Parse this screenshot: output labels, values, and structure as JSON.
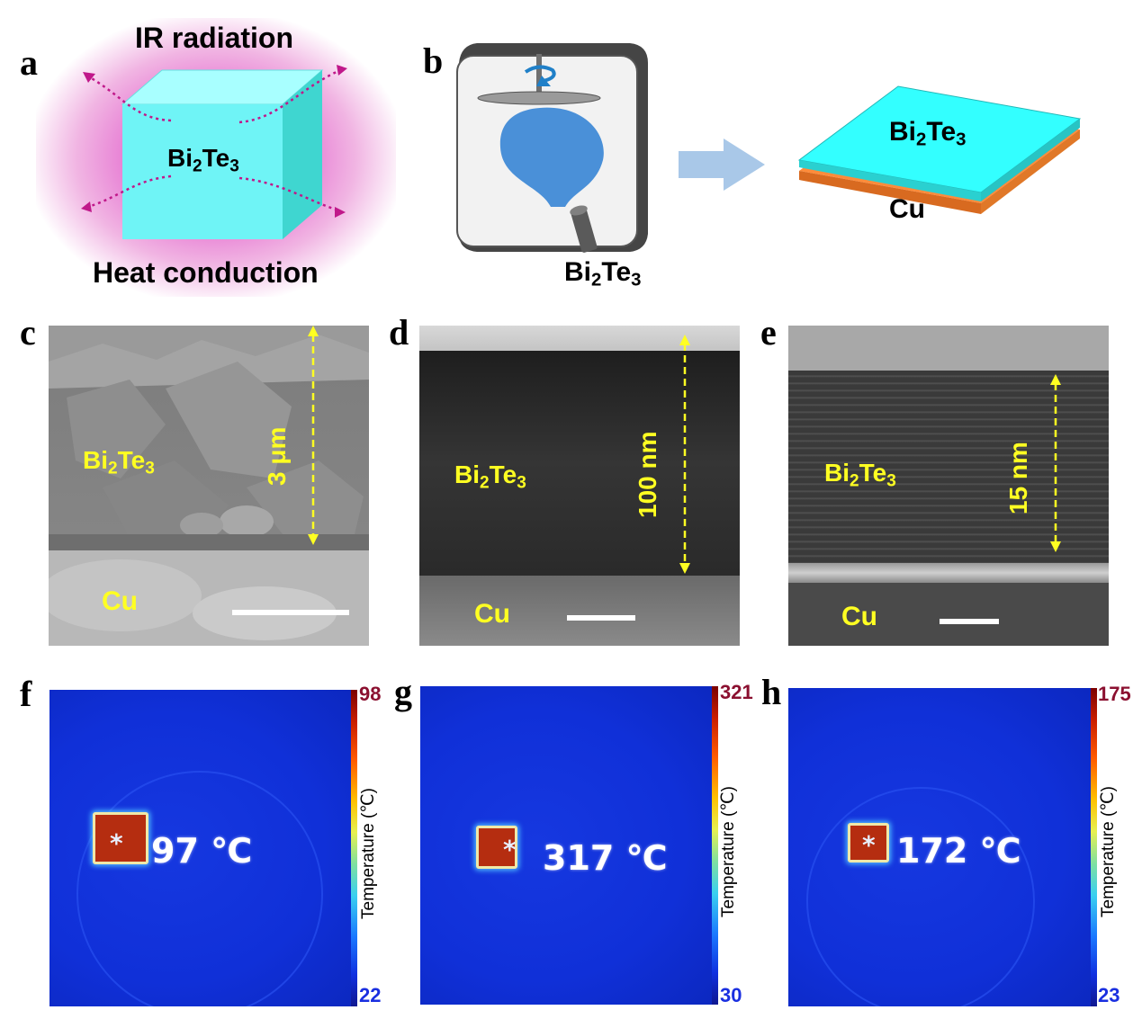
{
  "panels": {
    "a": {
      "letter": "a",
      "top_text": "IR radiation",
      "bottom_text": "Heat conduction",
      "material_base": "Bi",
      "material_sub1": "2",
      "material_mid": "Te",
      "material_sub2": "3"
    },
    "b": {
      "letter": "b",
      "source_base": "Bi",
      "source_sub1": "2",
      "source_mid": "Te",
      "source_sub2": "3",
      "film_base": "Bi",
      "film_sub1": "2",
      "film_mid": "Te",
      "film_sub2": "3",
      "substrate": "Cu"
    },
    "c": {
      "letter": "c",
      "thickness": "3 μm",
      "film": "Bi",
      "film_sub1": "2",
      "film_mid": "Te",
      "film_sub2": "3",
      "substrate": "Cu"
    },
    "d": {
      "letter": "d",
      "thickness": "100 nm",
      "film": "Bi",
      "film_sub1": "2",
      "film_mid": "Te",
      "film_sub2": "3",
      "substrate": "Cu"
    },
    "e": {
      "letter": "e",
      "thickness": "15 nm",
      "film": "Bi",
      "film_sub1": "2",
      "film_mid": "Te",
      "film_sub2": "3",
      "substrate": "Cu"
    },
    "f": {
      "letter": "f",
      "temp": "97 ℃",
      "marker": "*",
      "cbar_max": "98",
      "cbar_min": "22",
      "cbar_label": "Temperature (℃)"
    },
    "g": {
      "letter": "g",
      "temp": "317 ℃",
      "marker": "*",
      "cbar_max": "321",
      "cbar_min": "30",
      "cbar_label": "Temperature (℃)"
    },
    "h": {
      "letter": "h",
      "temp": "172 ℃",
      "marker": "*",
      "cbar_max": "175",
      "cbar_min": "23",
      "cbar_label": "Temperature (℃)"
    }
  },
  "colors": {
    "bi2te3_film": "#33ffff",
    "cu_substrate": "#ff8c3a",
    "ir_glow": "#e080c8",
    "arrow_dots": "#c0188a",
    "annotation": "#ffff22",
    "thermal_bg": "#1030d8",
    "hotspot": "#b52d10"
  }
}
